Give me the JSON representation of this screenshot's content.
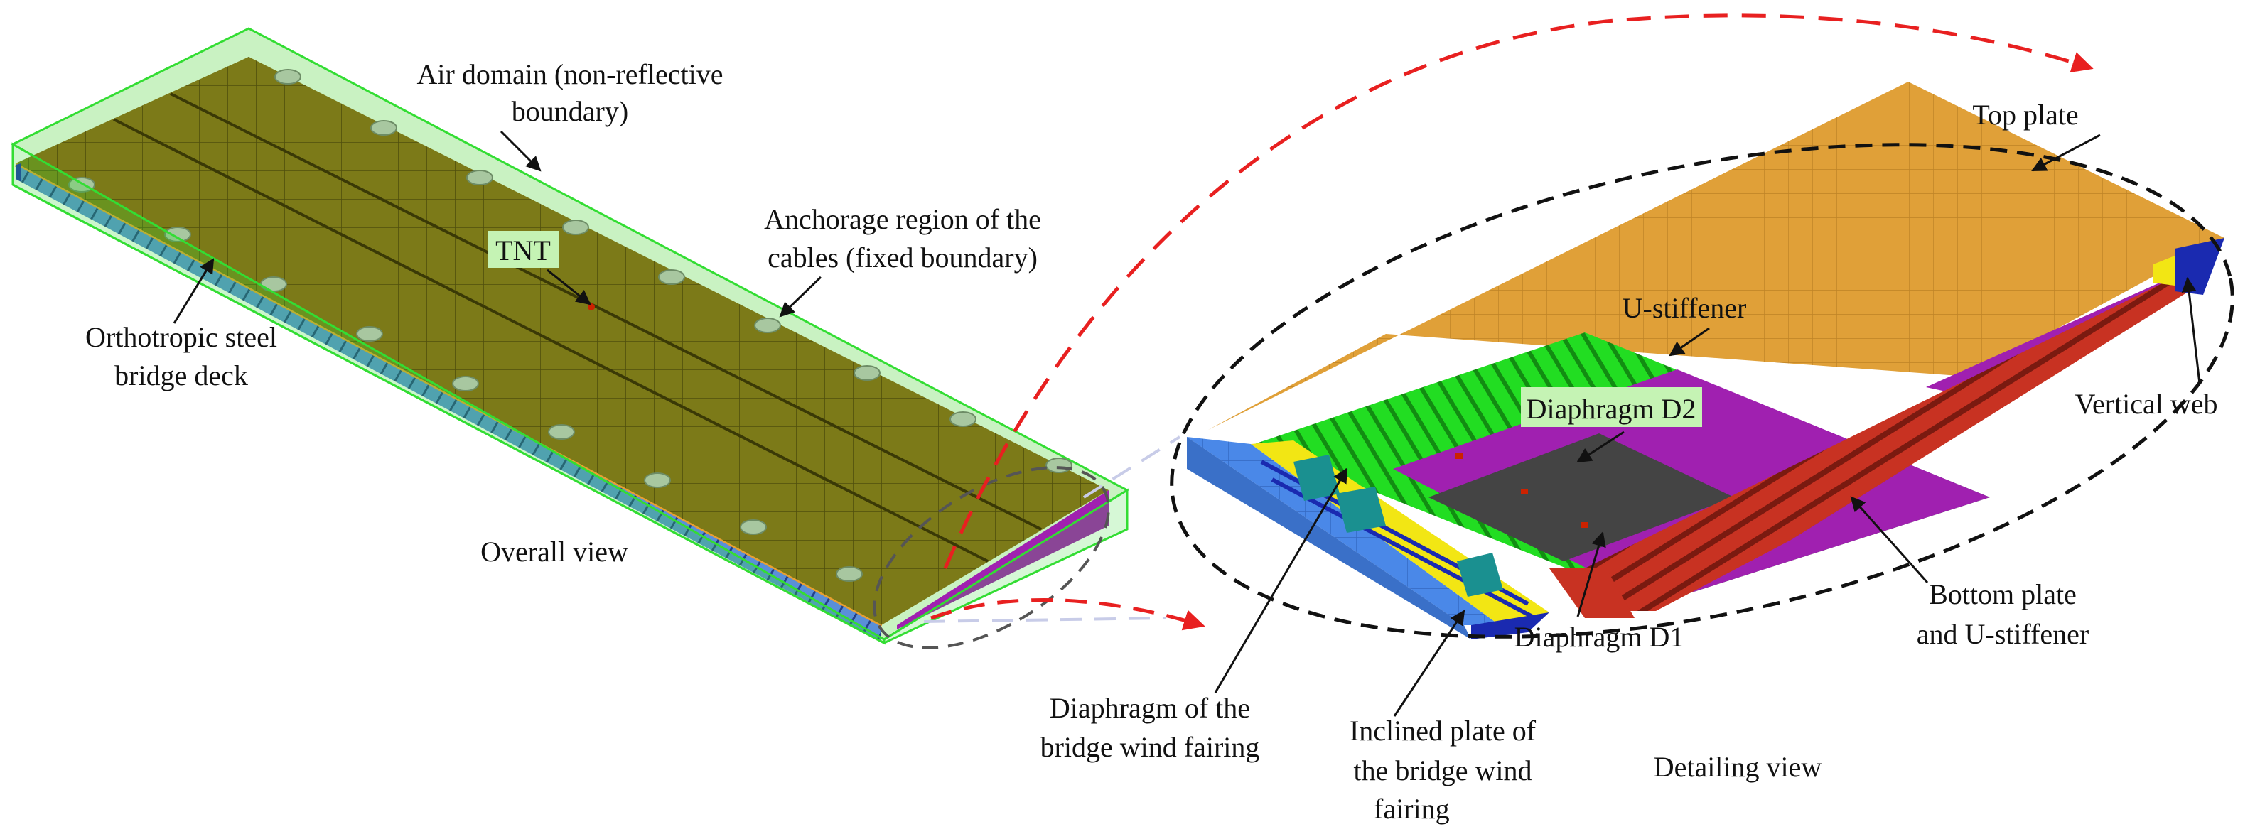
{
  "overall": {
    "air_domain_line1": "Air domain (non-reflective",
    "air_domain_line2": "boundary)",
    "anchorage_line1": "Anchorage region of the",
    "anchorage_line2": "cables (fixed  boundary)",
    "tnt": "TNT",
    "deck_line1": "Orthotropic steel",
    "deck_line2": "bridge deck",
    "caption": "Overall view"
  },
  "detail": {
    "top_plate": "Top plate",
    "u_stiffener": "U-stiffener",
    "diaphragm_d2": "Diaphragm D2",
    "vertical_web": "Vertical  web",
    "bottom_line1": "Bottom plate",
    "bottom_line2": "and U-stiffener",
    "diaphragm_d1": "Diaphragm D1",
    "fairing_diaph_line1": "Diaphragm of the",
    "fairing_diaph_line2": "bridge wind fairing",
    "inclined_line1": "Inclined plate of",
    "inclined_line2": "the bridge wind",
    "inclined_line3": "fairing",
    "caption": "Detailing view"
  },
  "colors": {
    "air_green": "#33dd33",
    "deck_olive": "#7c7a18",
    "top_plate_orange": "#e0a038",
    "u_stiffener_green": "#22dd22",
    "diaphragm_purple": "#a020b0",
    "bottom_red": "#c83222",
    "fairing_blue": "#4a88e8",
    "web_navy": "#1a2ab0",
    "yellow": "#f2e614",
    "dark_gray": "#444444",
    "arrow_red": "#e82020"
  }
}
